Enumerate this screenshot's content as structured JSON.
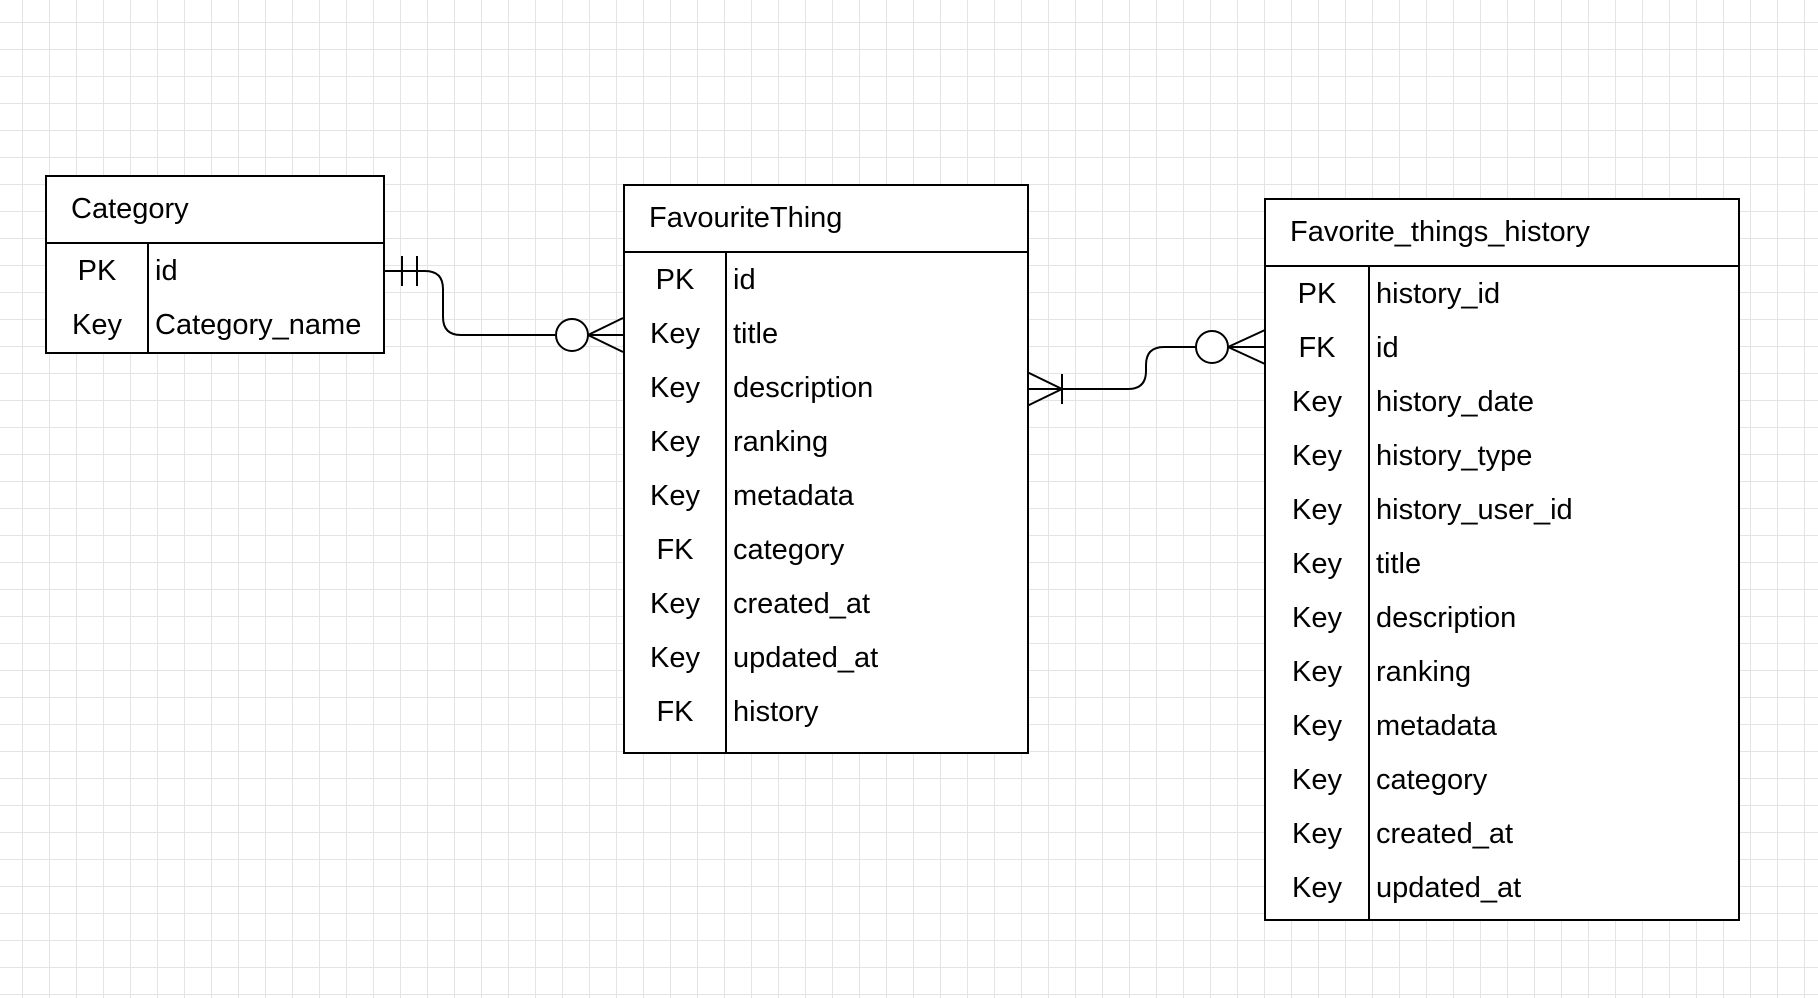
{
  "entities": {
    "category": {
      "title": "Category",
      "rows": [
        {
          "key": "PK",
          "field": "id"
        },
        {
          "key": "Key",
          "field": "Category_name"
        }
      ]
    },
    "favourite_thing": {
      "title": "FavouriteThing",
      "rows": [
        {
          "key": "PK",
          "field": "id"
        },
        {
          "key": "Key",
          "field": "title"
        },
        {
          "key": "Key",
          "field": "description"
        },
        {
          "key": "Key",
          "field": "ranking"
        },
        {
          "key": "Key",
          "field": "metadata"
        },
        {
          "key": "FK",
          "field": "category"
        },
        {
          "key": "Key",
          "field": "created_at"
        },
        {
          "key": "Key",
          "field": "updated_at"
        },
        {
          "key": "FK",
          "field": "history"
        }
      ]
    },
    "history": {
      "title": "Favorite_things_history",
      "rows": [
        {
          "key": "PK",
          "field": "history_id"
        },
        {
          "key": "FK",
          "field": "id"
        },
        {
          "key": "Key",
          "field": "history_date"
        },
        {
          "key": "Key",
          "field": "history_type"
        },
        {
          "key": "Key",
          "field": "history_user_id"
        },
        {
          "key": "Key",
          "field": "title"
        },
        {
          "key": "Key",
          "field": "description"
        },
        {
          "key": "Key",
          "field": "ranking"
        },
        {
          "key": "Key",
          "field": "metadata"
        },
        {
          "key": "Key",
          "field": "category"
        },
        {
          "key": "Key",
          "field": "created_at"
        },
        {
          "key": "Key",
          "field": "updated_at"
        }
      ]
    }
  },
  "relationships": [
    {
      "from": "category",
      "to": "favourite_thing",
      "from_cardinality": "one-and-only-one",
      "to_cardinality": "zero-or-many"
    },
    {
      "from": "favourite_thing",
      "to": "history",
      "from_cardinality": "one-or-many",
      "to_cardinality": "zero-or-many"
    }
  ]
}
